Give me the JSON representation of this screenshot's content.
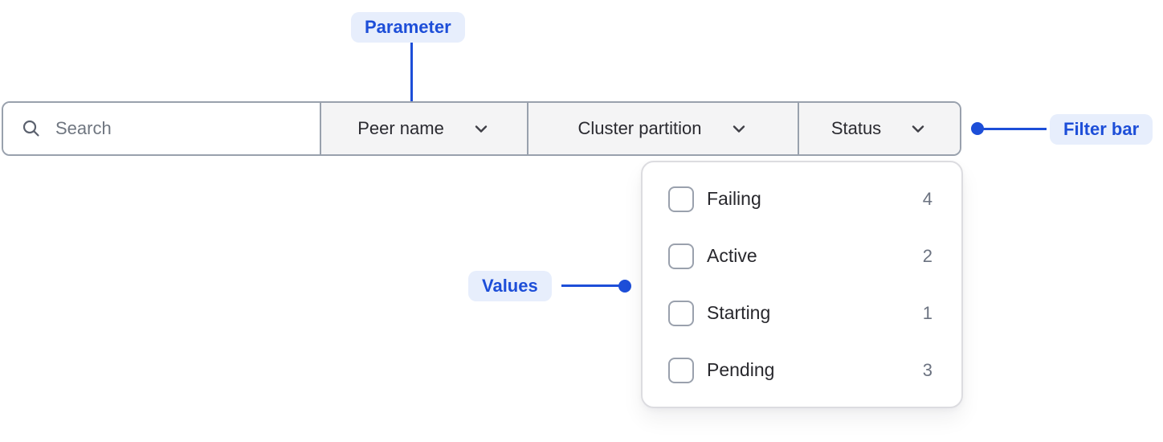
{
  "annotations": {
    "parameter_label": "Parameter",
    "filter_bar_label": "Filter bar",
    "values_label": "Values"
  },
  "filter_bar": {
    "search": {
      "placeholder": "Search",
      "value": ""
    },
    "dropdowns": [
      {
        "label": "Peer name"
      },
      {
        "label": "Cluster partition"
      },
      {
        "label": "Status"
      }
    ]
  },
  "status_dropdown": {
    "parameter": "Status",
    "options": [
      {
        "label": "Failing",
        "count": "4",
        "checked": false
      },
      {
        "label": "Active",
        "count": "2",
        "checked": false
      },
      {
        "label": "Starting",
        "count": "1",
        "checked": false
      },
      {
        "label": "Pending",
        "count": "3",
        "checked": false
      }
    ]
  },
  "colors": {
    "annotation_blue": "#1d4ed8",
    "annotation_badge_bg": "#e7eefc",
    "bar_border": "#99a1ad",
    "bar_section_bg": "#f4f4f5",
    "panel_bg": "#ffffff",
    "text_dark": "#28282d",
    "text_muted": "#6b7280"
  }
}
